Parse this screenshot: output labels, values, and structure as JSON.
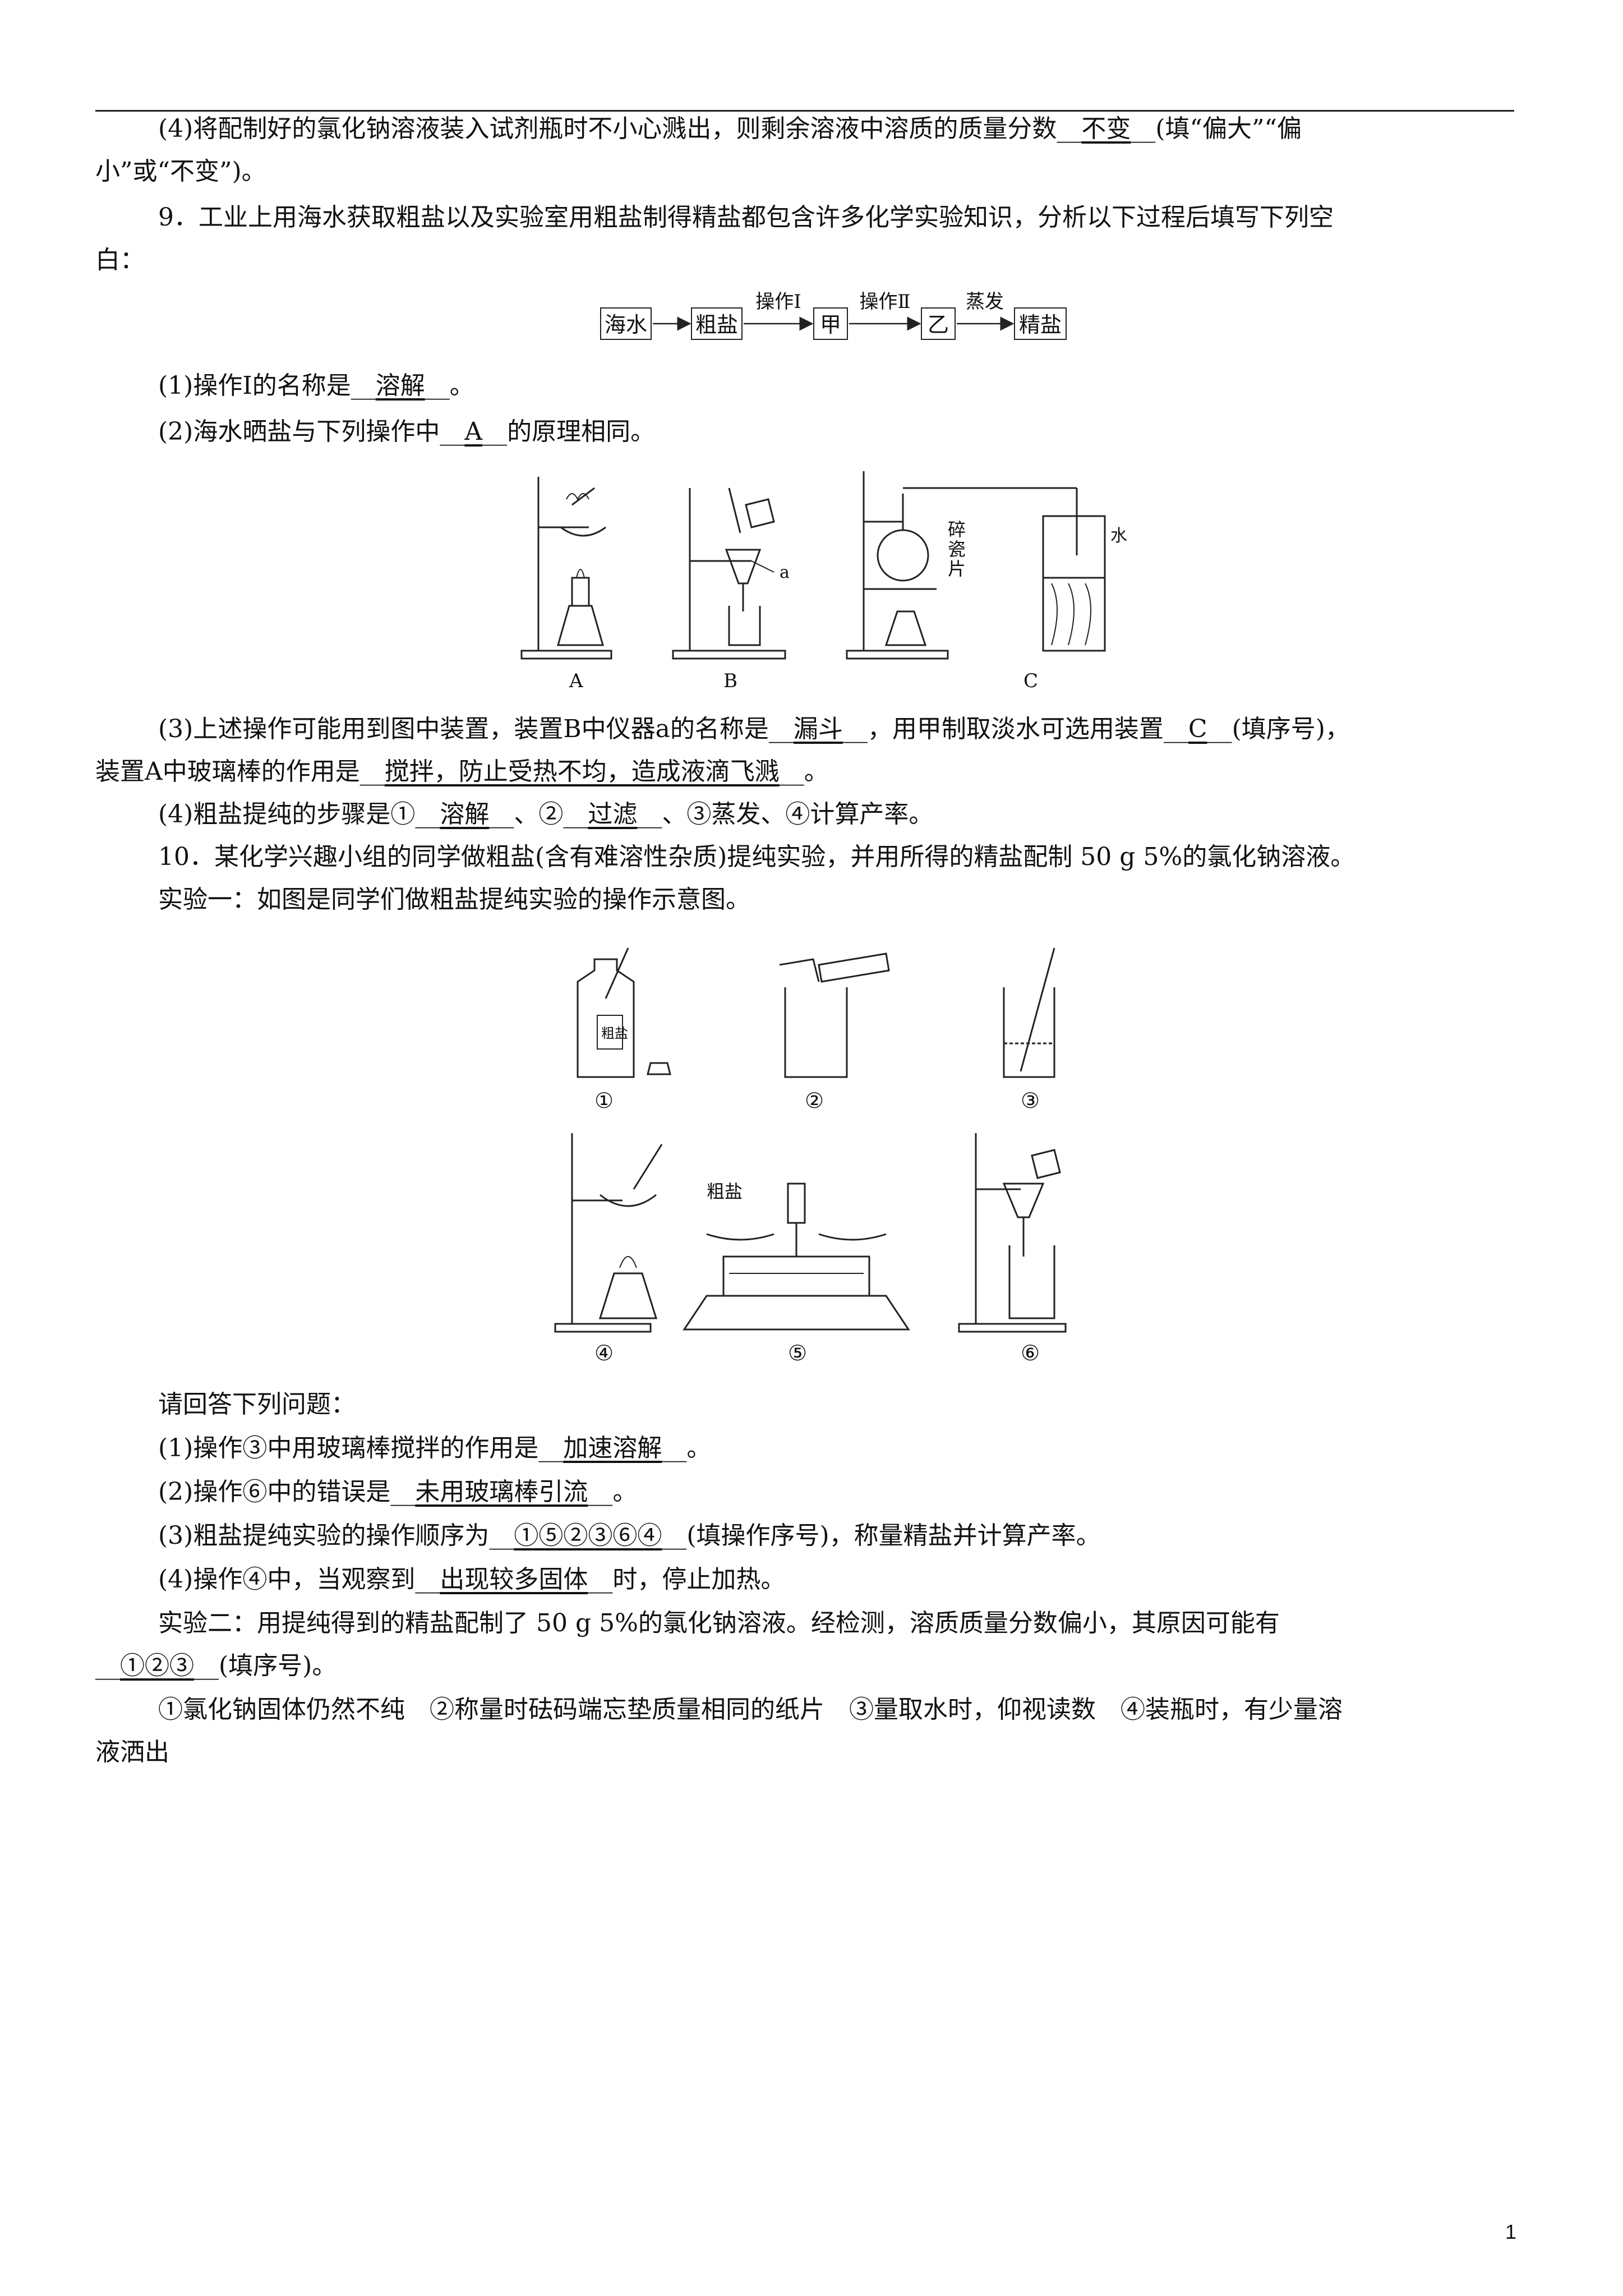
{
  "q8": {
    "part4_pre": "(4)将配制好的氯化钠溶液装入试剂瓶时不小心溅出，则剩余溶液中溶质的质量分数",
    "part4_ans": "不变",
    "part4_post": "(填“偏大”“偏",
    "part4_cont": "小”或“不变”)。"
  },
  "q9": {
    "stem1": "9．工业上用海水获取粗盐以及实验室用粗盐制得精盐都包含许多化学实验知识，分析以下过程后填写下列空",
    "stem2": "白：",
    "flow": {
      "box1": "海水",
      "box2": "粗盐",
      "box3": "甲",
      "box4": "乙",
      "box5": "精盐",
      "arrow1": "操作Ⅰ",
      "arrow2": "操作Ⅱ",
      "arrow3": "蒸发"
    },
    "p1_pre": "(1)操作Ⅰ的名称是",
    "p1_ans": "溶解",
    "p1_post": "。",
    "p2_pre": "(2)海水晒盐与下列操作中",
    "p2_ans": "A",
    "p2_post": "的原理相同。",
    "fig": {
      "label_a": "A",
      "label_b": "B",
      "label_c": "C",
      "inst_a": "a",
      "shards_1": "碎",
      "shards_2": "瓷",
      "shards_3": "片",
      "water": "水"
    },
    "p3_l1_pre": "(3)上述操作可能用到图中装置，装置B中仪器a的名称是",
    "p3_ans1": "漏斗",
    "p3_l1_mid": "，用甲制取淡水可选用装置",
    "p3_ans2": "C",
    "p3_l1_post": "(填序号)，",
    "p3_l2_pre": "装置A中玻璃棒的作用是",
    "p3_ans3": "搅拌，防止受热不均，造成液滴飞溅",
    "p3_l2_post": "。",
    "p4_pre": "(4)粗盐提纯的步骤是①",
    "p4_ans1": "溶解",
    "p4_mid": "、②",
    "p4_ans2": "过滤",
    "p4_post": "、③蒸发、④计算产率。"
  },
  "q10": {
    "stem": "10．某化学兴趣小组的同学做粗盐(含有难溶性杂质)提纯实验，并用所得的精盐配制 50 g 5%的氯化钠溶液。",
    "exp1": "实验一：如图是同学们做粗盐提纯实验的操作示意图。",
    "fig": {
      "n1": "①",
      "n2": "②",
      "n3": "③",
      "n4": "④",
      "n5": "⑤",
      "n6": "⑥",
      "salt_label": "粗盐",
      "bottle_label": "粗盐"
    },
    "ask": "请回答下列问题：",
    "a1_pre": "(1)操作③中用玻璃棒搅拌的作用是",
    "a1_ans": "加速溶解",
    "a1_post": "。",
    "a2_pre": "(2)操作⑥中的错误是",
    "a2_ans": "未用玻璃棒引流",
    "a2_post": "。",
    "a3_pre": "(3)粗盐提纯实验的操作顺序为",
    "a3_ans": "①⑤②③⑥④",
    "a3_post": "(填操作序号)，称量精盐并计算产率。",
    "a4_pre": "(4)操作④中，当观察到",
    "a4_ans": "出现较多固体",
    "a4_post": "时，停止加热。",
    "exp2_l1": "实验二：用提纯得到的精盐配制了 50 g 5%的氯化钠溶液。经检测，溶质质量分数偏小，其原因可能有",
    "exp2_ans": "①②③",
    "exp2_post": "(填序号)。",
    "opts_l1": "①氯化钠固体仍然不纯　②称量时砝码端忘垫质量相同的纸片　③量取水时，仰视读数　④装瓶时，有少量溶",
    "opts_l2": "液洒出"
  },
  "page_number": "1"
}
